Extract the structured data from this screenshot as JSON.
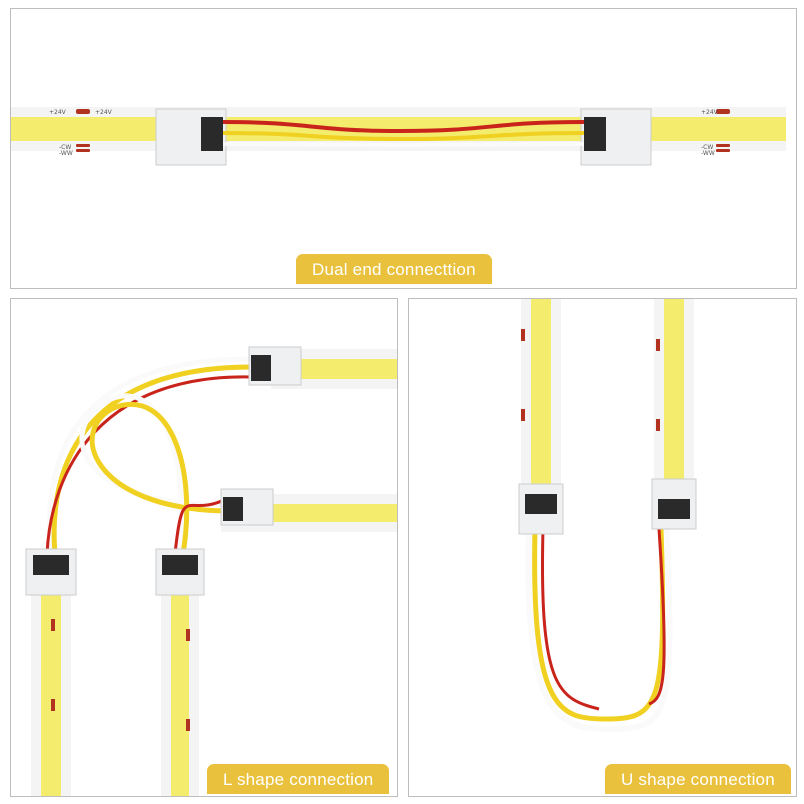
{
  "panels": {
    "top": {
      "label": "Dual end connecttion"
    },
    "bottom_left": {
      "label": "L shape connection"
    },
    "bottom_right": {
      "label": "U shape connection"
    }
  },
  "strip_markings": {
    "positive": "+24V",
    "cw": "-CW",
    "ww": "-WW"
  },
  "colors": {
    "tab": "#e9c13c",
    "led_yellow": "#f2ea6a",
    "wire_red": "#c9241b",
    "wire_yellow": "#f0d020",
    "border": "#bdbdbd"
  }
}
